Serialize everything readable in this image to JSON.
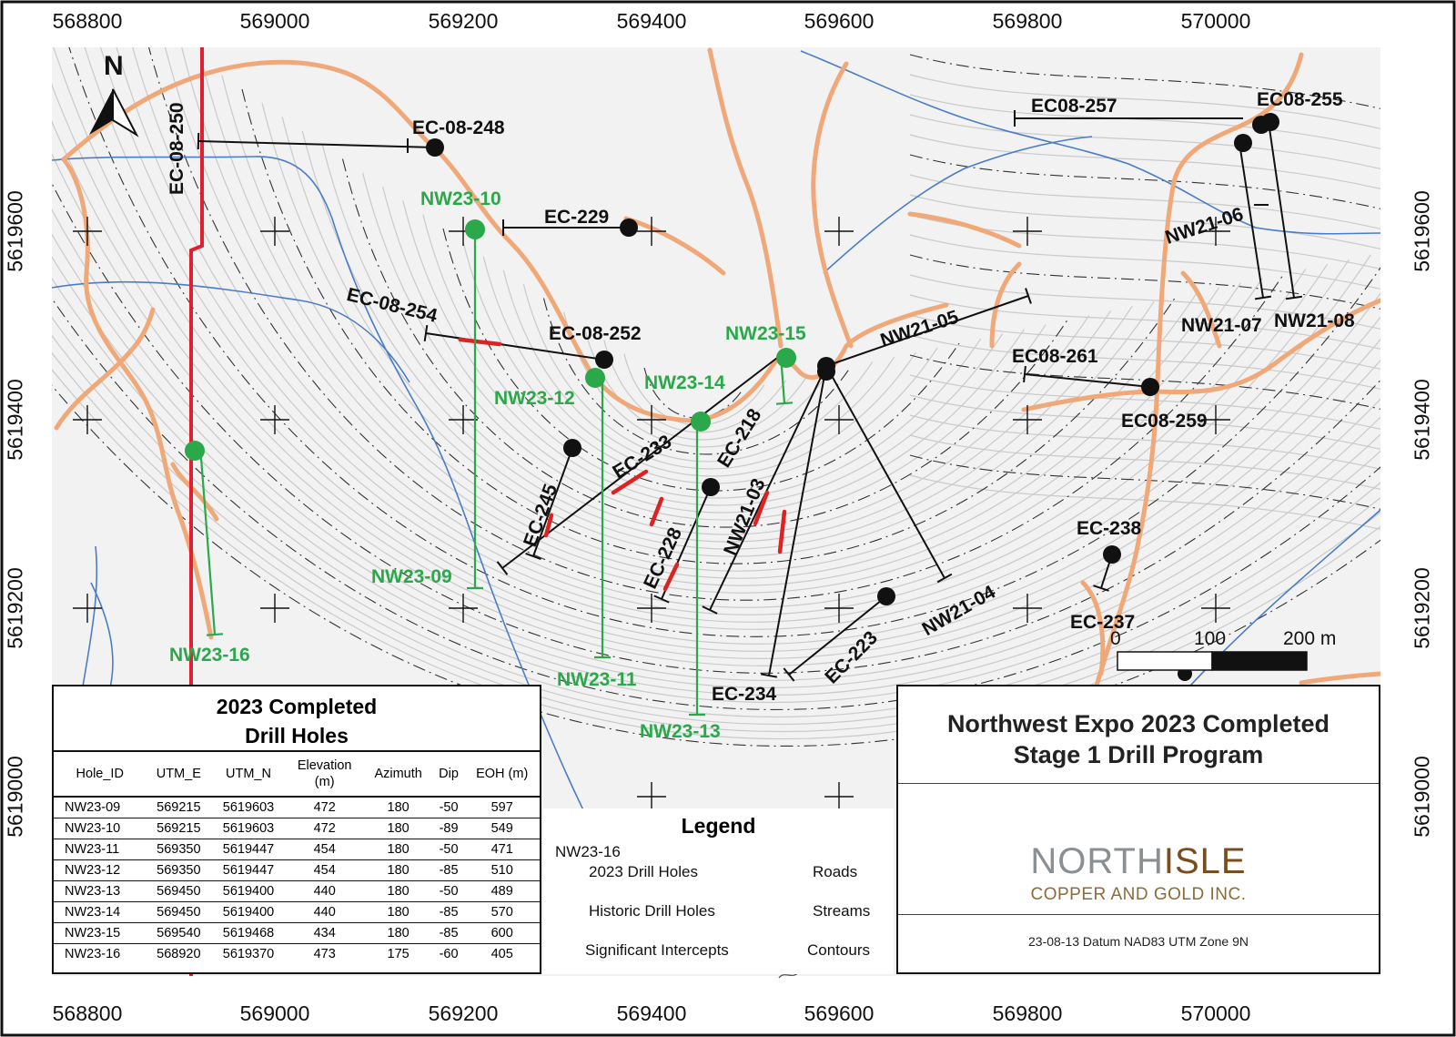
{
  "map": {
    "easting_ticks": [
      "568800",
      "569000",
      "569200",
      "569400",
      "569600",
      "569800",
      "570000"
    ],
    "northing_ticks": [
      "5619600",
      "5619400",
      "5619200",
      "5619000"
    ],
    "north_arrow": "N",
    "scale_bar": {
      "labels": [
        "0",
        "100",
        "200 m"
      ]
    },
    "icons": {
      "north": "north-arrow-icon",
      "logo": "northisle-logo-icon"
    },
    "colors": {
      "new_holes": "#2aa84a",
      "historic_holes": "#111111",
      "intercepts": "#dd2222",
      "roads": "#f0a878",
      "streams": "#4a7cc8",
      "contours": "#c8c8c8",
      "claim_boundary": "#e02030"
    },
    "hole_labels": {
      "ec08_250": "EC-08-250",
      "ec08_248": "EC-08-248",
      "nw23_10": "NW23-10",
      "ec229": "EC-229",
      "ec08_254": "EC-08-254",
      "ec08_252": "EC-08-252",
      "nw23_15": "NW23-15",
      "nw21_05": "NW21-05",
      "nw23_12": "NW23-12",
      "nw23_14": "NW23-14",
      "ec233": "EC-233",
      "ec218": "EC-218",
      "ec245": "EC-245",
      "ec228": "EC-228",
      "nw21_03": "NW21-03",
      "nw23_09": "NW23-09",
      "nw23_16": "NW23-16",
      "nw23_11": "NW23-11",
      "ec223": "EC-223",
      "nw21_04": "NW21-04",
      "ec234": "EC-234",
      "nw23_13": "NW23-13",
      "ec08_257": "EC08-257",
      "ec08_255": "EC08-255",
      "nw21_06": "NW21-06",
      "nw21_07": "NW21-07",
      "nw21_08": "NW21-08",
      "ec08_261": "EC08-261",
      "ec08_259": "EC08-259",
      "ec238": "EC-238",
      "ec237": "EC-237"
    }
  },
  "drill_table": {
    "title_line1": "2023 Completed",
    "title_line2": "Drill Holes",
    "headers": {
      "hole_id": "Hole_ID",
      "utm_e": "UTM_E",
      "utm_n": "UTM_N",
      "elevation_1": "Elevation",
      "elevation_2": "(m)",
      "azimuth": "Azimuth",
      "dip": "Dip",
      "eoh": "EOH (m)"
    },
    "rows": [
      [
        "NW23-09",
        "569215",
        "5619603",
        "472",
        "180",
        "-50",
        "597"
      ],
      [
        "NW23-10",
        "569215",
        "5619603",
        "472",
        "180",
        "-89",
        "549"
      ],
      [
        "NW23-11",
        "569350",
        "5619447",
        "454",
        "180",
        "-50",
        "471"
      ],
      [
        "NW23-12",
        "569350",
        "5619447",
        "454",
        "180",
        "-85",
        "510"
      ],
      [
        "NW23-13",
        "569450",
        "5619400",
        "440",
        "180",
        "-50",
        "489"
      ],
      [
        "NW23-14",
        "569450",
        "5619400",
        "440",
        "180",
        "-85",
        "570"
      ],
      [
        "NW23-15",
        "569540",
        "5619468",
        "434",
        "180",
        "-85",
        "600"
      ],
      [
        "NW23-16",
        "568920",
        "5619370",
        "473",
        "175",
        "-60",
        "405"
      ]
    ]
  },
  "legend": {
    "title": "Legend",
    "sample_label": "NW23-16",
    "items": {
      "new_holes": "2023 Drill Holes",
      "historic_holes": "Historic Drill Holes",
      "intercepts": "Significant Intercepts",
      "roads": "Roads",
      "streams": "Streams",
      "contours": "Contours"
    }
  },
  "title_block": {
    "title_line1": "Northwest Expo 2023 Completed",
    "title_line2": "Stage 1 Drill Program",
    "logo_word_a": "NORTH",
    "logo_word_b": "ISLE",
    "logo_sub": "COPPER AND GOLD INC.",
    "footer": "23-08-13 Datum NAD83 UTM Zone 9N"
  }
}
